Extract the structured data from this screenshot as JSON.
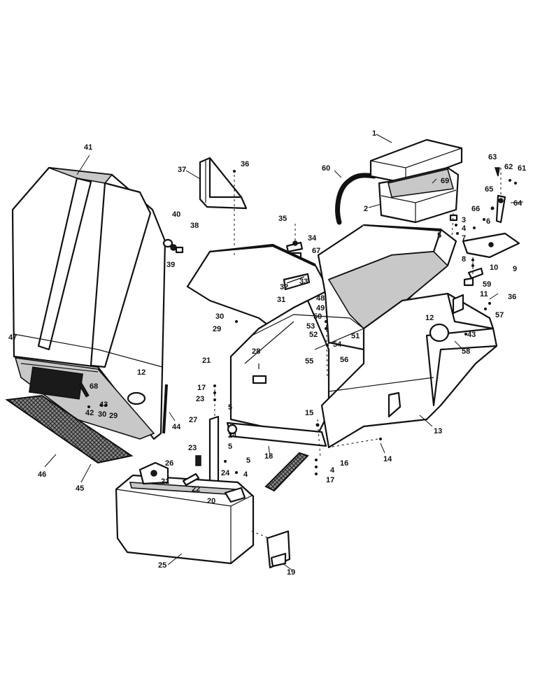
{
  "callouts": {
    "c1": "1",
    "c2": "2",
    "c3": "3",
    "c4a": "4",
    "c4b": "4",
    "c4c": "4",
    "c5a": "5",
    "c5b": "5",
    "c5c": "5",
    "c5d": "5",
    "c6": "6",
    "c7": "7",
    "c8": "8",
    "c9": "9",
    "c10": "10",
    "c11": "11",
    "c12a": "12",
    "c12b": "12",
    "c13": "13",
    "c14": "14",
    "c15": "15",
    "c16": "16",
    "c17a": "17",
    "c17b": "17",
    "c18": "18",
    "c19": "19",
    "c20": "20",
    "c21a": "21",
    "c21b": "21",
    "c22": "22",
    "c23a": "23",
    "c23b": "23",
    "c24a": "24",
    "c24b": "24",
    "c25": "25",
    "c26": "26",
    "c27": "27",
    "c28": "28",
    "c29a": "29",
    "c29b": "29",
    "c30a": "30",
    "c30b": "30",
    "c31": "31",
    "c32": "32",
    "c33": "33",
    "c34": "34",
    "c35": "35",
    "c36a": "36",
    "c36b": "36",
    "c37": "37",
    "c38": "38",
    "c39": "39",
    "c40": "40",
    "c41": "41",
    "c42": "42",
    "c43a": "43",
    "c43b": "43",
    "c44": "44",
    "c45": "45",
    "c46": "46",
    "c47": "47",
    "c48": "48",
    "c49": "49",
    "c50": "50",
    "c51": "51",
    "c52": "52",
    "c53": "53",
    "c54": "54",
    "c55": "55",
    "c56": "56",
    "c57": "57",
    "c58": "58",
    "c59": "59",
    "c60": "60",
    "c61": "61",
    "c62": "62",
    "c63": "63",
    "c64": "64",
    "c65": "65",
    "c66": "66",
    "c67": "67",
    "c68": "68",
    "c69": "69"
  }
}
